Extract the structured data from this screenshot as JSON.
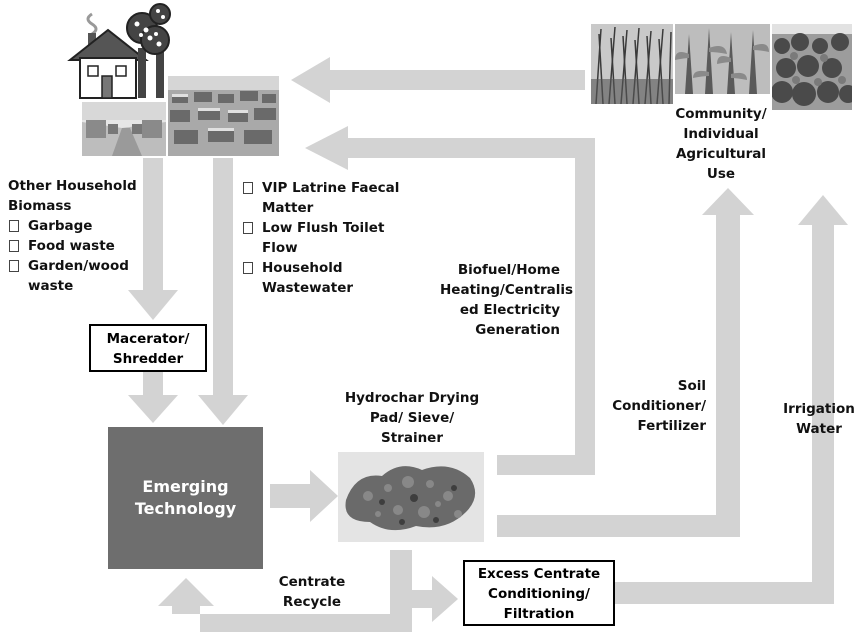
{
  "colors": {
    "arrow": "#d3d3d3",
    "technology_box": "#6e6e6e",
    "box_border": "#000000"
  },
  "biomass": {
    "title_line1": "Other Household",
    "title_line2": "Biomass",
    "items": [
      "Garbage",
      "Food waste",
      "Garden/wood",
      "waste"
    ]
  },
  "faecal": {
    "items": [
      "VIP Latrine Faecal",
      "Matter",
      "Low Flush Toilet",
      "Flow",
      "Household",
      "Wastewater"
    ]
  },
  "macerator": {
    "line1": "Macerator/",
    "line2": "Shredder"
  },
  "technology": {
    "line1": "Emerging",
    "line2": "Technology"
  },
  "drying": {
    "line1": "Hydrochar Drying",
    "line2": "Pad/ Sieve/",
    "line3": "Strainer"
  },
  "biofuel": {
    "line1": "Biofuel/Home",
    "line2": "Heating/Centralis",
    "line3": "ed Electricity",
    "line4": "Generation"
  },
  "soil": {
    "line1": "Soil",
    "line2": "Conditioner/",
    "line3": "Fertilizer"
  },
  "irrigation": {
    "line1": "Irrigation",
    "line2": "Water"
  },
  "community": {
    "line1": "Community/",
    "line2": "Individual",
    "line3": "Agricultural",
    "line4": "Use"
  },
  "centrate_recycle": {
    "line1": "Centrate",
    "line2": "Recycle"
  },
  "excess": {
    "line1": "Excess Centrate",
    "line2": "Conditioning/",
    "line3": "Filtration"
  }
}
